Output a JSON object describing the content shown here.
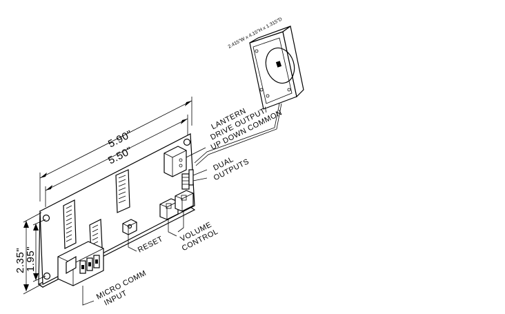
{
  "dimensions": {
    "enclosure": "2.415\"W x 4.15\"H x 1.315\"D",
    "board_length_outer": "5.90\"",
    "board_length_inner": "5.50\"",
    "board_height_outer": "2.35\"",
    "board_height_inner": "1.95\""
  },
  "callouts": {
    "lantern": [
      "LANTERN",
      "DRIVE OUTPUT/",
      "UP DOWN COMMON"
    ],
    "dual_outputs": [
      "DUAL",
      "OUTPUTS"
    ],
    "volume_control": [
      "VOLUME",
      "CONTROL"
    ],
    "reset": "RESET",
    "micro_comm": [
      "MICRO COMM",
      "INPUT"
    ]
  }
}
